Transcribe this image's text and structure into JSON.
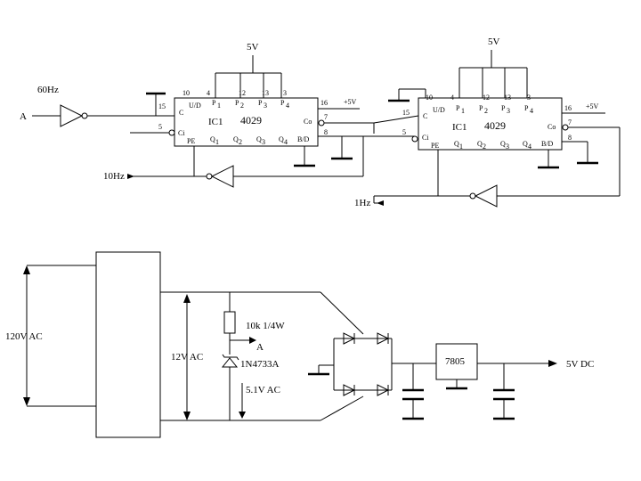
{
  "counter_circuit": {
    "supply_left": "5V",
    "supply_right": "5V",
    "input_freq": "60Hz",
    "input_label": "A",
    "out_10hz": "10Hz",
    "out_1hz": "1Hz",
    "vcc_left": "+5V",
    "vcc_right": "+5V",
    "ic1": {
      "ref": "IC1",
      "part": "4029",
      "pins_top": [
        "10",
        "4",
        "12",
        "13",
        "3"
      ],
      "pin_16": "16",
      "pin_15": "15",
      "pin_5": "5",
      "pin_7": "7",
      "pin_8": "8",
      "sig_ud": "U/D",
      "sig_c": "C",
      "sig_ci": "Ci",
      "sig_co": "Co",
      "sig_pe": "PE",
      "sig_bd": "B/D",
      "p_labels": [
        "P",
        "P",
        "P",
        "P"
      ],
      "p_subs": [
        "1",
        "2",
        "3",
        "4"
      ],
      "q_labels": [
        "Q",
        "Q",
        "Q",
        "Q"
      ],
      "q_subs": [
        "1",
        "2",
        "3",
        "4"
      ]
    },
    "ic2": {
      "ref": "IC1",
      "part": "4029",
      "pins_top": [
        "10",
        "4",
        "12",
        "13",
        "3"
      ],
      "pin_16": "16",
      "pin_15": "15",
      "pin_5": "5",
      "pin_7": "7",
      "pin_8": "8",
      "sig_ud": "U/D",
      "sig_c": "C",
      "sig_ci": "Ci",
      "sig_co": "Co",
      "sig_pe": "PE",
      "sig_bd": "B/D",
      "p_labels": [
        "P",
        "P",
        "P",
        "P"
      ],
      "p_subs": [
        "1",
        "2",
        "3",
        "4"
      ],
      "q_labels": [
        "Q",
        "Q",
        "Q",
        "Q"
      ],
      "q_subs": [
        "1",
        "2",
        "3",
        "4"
      ]
    }
  },
  "power_supply": {
    "mains": "120V AC",
    "secondary": "12V AC",
    "resistor": "10k 1/4W",
    "node_a": "A",
    "zener": "1N4733A",
    "zener_v": "5.1V AC",
    "regulator": "7805",
    "output": "5V DC"
  }
}
